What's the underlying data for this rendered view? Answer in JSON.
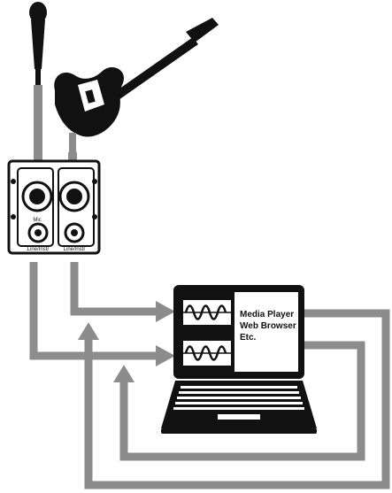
{
  "interface": {
    "mic_input_label": "Mic",
    "line_instr_label_1": "Line/Instr",
    "line_instr_label_2": "Line/Instr"
  },
  "laptop": {
    "app_lines": [
      "Media Player",
      "Web Browser",
      "Etc."
    ]
  },
  "colors": {
    "cable": "#8c8c8c",
    "outline": "#111111",
    "screen_bg": "#ffffff",
    "device_bg": "#ffffff"
  },
  "icons": [
    "microphone-icon",
    "electric-guitar-icon",
    "audio-interface-icon",
    "laptop-icon",
    "waveform-icon"
  ]
}
